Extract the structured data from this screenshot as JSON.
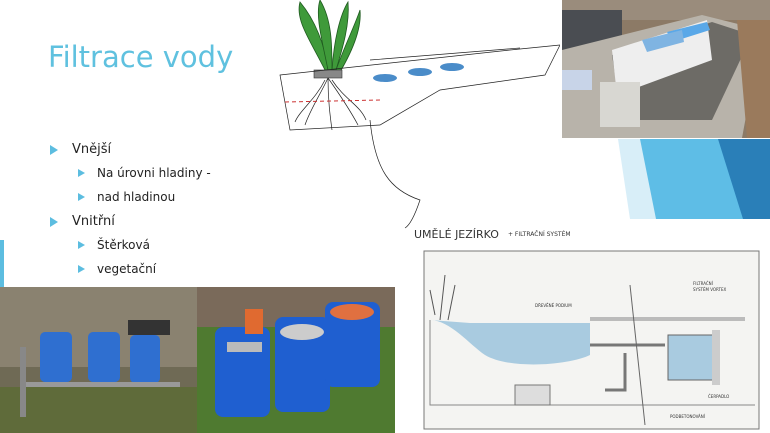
{
  "slide": {
    "title": "Filtrace vody",
    "bullets": [
      {
        "label": "Vnější",
        "children": [
          "Na úrovni hladiny -",
          "nad hladinou"
        ]
      },
      {
        "label": "Vnitřní",
        "children": [
          "Štěrková",
          "vegetační"
        ]
      }
    ]
  },
  "diagram": {
    "title": "UMĚLÉ JEZÍRKO",
    "subtitle": "+ FILTRAČNÍ SYSTÉM",
    "labels": {
      "podium": "DŘEVĚNÉ PODIUM",
      "vortex_1": "FILTRAČNÍ",
      "vortex_2": "SYSTÉM VORTEX",
      "pump": "ČERPADLO",
      "concrete": "PODBETONOVÁNÍ"
    }
  },
  "colors": {
    "accent": "#5fc1df",
    "dark_blue": "#2a7fb8",
    "water": "#a9cbe0"
  }
}
